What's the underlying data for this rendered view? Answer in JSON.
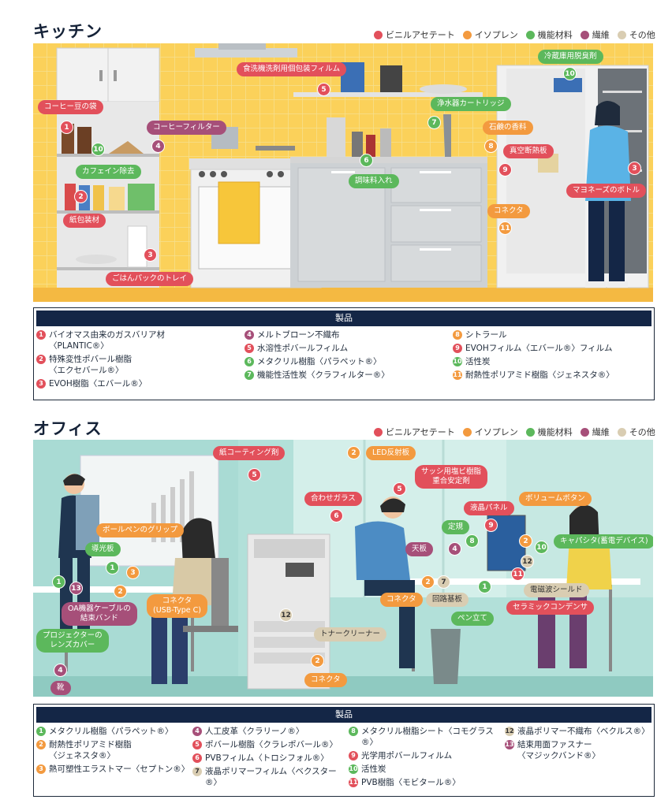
{
  "legend": [
    {
      "label": "ビニルアセテート",
      "color": "#e2505b"
    },
    {
      "label": "イソプレン",
      "color": "#f39a3f"
    },
    {
      "label": "機能材料",
      "color": "#5cb85c"
    },
    {
      "label": "繊維",
      "color": "#a64f79"
    },
    {
      "label": "その他",
      "color": "#d9cdb2"
    }
  ],
  "kitchen": {
    "title": "キッチン",
    "labels": {
      "coffee_bag": "コーヒー豆の袋",
      "coffee_filter": "コーヒーフィルター",
      "caffeine": "カフェイン除去",
      "paper_pack": "紙包装材",
      "rice_tray": "ごはんパックのトレイ",
      "dish_film": "食洗機洗剤用個包装フィルム",
      "water_cart": "浄水器カートリッジ",
      "seasoning": "調味料入れ",
      "fridge_deodor": "冷蔵庫用脱臭剤",
      "soap_scent": "石鹸の香料",
      "vacuum_panel": "真空断熱板",
      "mayo": "マヨネーズのボトル",
      "connector": "コネクタ"
    },
    "nums": {
      "n1": "1",
      "n2": "2",
      "n3": "3",
      "n4": "4",
      "n5": "5",
      "n6": "6",
      "n7": "7",
      "n8": "8",
      "n9": "9",
      "n10": "10",
      "n11": "11"
    },
    "products_header": "製品",
    "products_col1": [
      {
        "n": "1",
        "text": "バイオマス由来のガスバリア材",
        "sub": "〈PLANTIC®〉"
      },
      {
        "n": "2",
        "text": "特殊変性ポバール樹脂",
        "sub": "〈エクセバール®〉"
      },
      {
        "n": "3",
        "text": "EVOH樹脂〈エバール®〉",
        "sub": ""
      }
    ],
    "products_col2": [
      {
        "n": "4",
        "text": "メルトブローン不織布",
        "sub": ""
      },
      {
        "n": "5",
        "text": "水溶性ポバールフィルム",
        "sub": ""
      },
      {
        "n": "6",
        "text": "メタクリル樹脂〈パラペット®〉",
        "sub": ""
      },
      {
        "n": "7",
        "text": "機能性活性炭〈クラフィルター®〉",
        "sub": ""
      }
    ],
    "products_col3": [
      {
        "n": "8",
        "text": "シトラール",
        "sub": ""
      },
      {
        "n": "9",
        "text": "EVOHフィルム〈エバール®〉フィルム",
        "sub": ""
      },
      {
        "n": "10",
        "text": "活性炭",
        "sub": ""
      },
      {
        "n": "11",
        "text": "耐熱性ポリアミド樹脂〈ジェネスタ®〉",
        "sub": ""
      }
    ]
  },
  "office": {
    "title": "オフィス",
    "labels": {
      "paper_coat": "紙コーティング剤",
      "led": "LED反射板",
      "sash": "サッシ用塩ビ樹脂\n重合安定剤",
      "laminated_glass": "合わせガラス",
      "lcd_panel": "液晶パネル",
      "volume_button": "ボリュームボタン",
      "ruler": "定規",
      "pen_grip": "ボールペンのグリップ",
      "light_guide": "導光板",
      "desk_top": "天板",
      "capacitor": "キャパシタ(蓄電デバイス)",
      "usb_c": "コネクタ\n(USB-Type C)",
      "oa_band": "OA機器ケーブルの\n結束バンド",
      "connector1": "コネクタ",
      "circuit": "回路基板",
      "emi_shield": "電磁波シールド",
      "ceramic_cap": "セラミックコンデンサ",
      "pen_stand": "ペン立て",
      "toner": "トナークリーナー",
      "projector_cover": "プロジェクターの\nレンズカバー",
      "shoes": "靴",
      "connector2": "コネクタ"
    },
    "products_header": "製品",
    "products_col1": [
      {
        "n": "1",
        "text": "メタクリル樹脂〈パラペット®〉",
        "sub": ""
      },
      {
        "n": "2",
        "text": "耐熱性ポリアミド樹脂",
        "sub": "〈ジェネスタ®〉"
      },
      {
        "n": "3",
        "text": "熱可塑性エラストマー〈セプトン®〉",
        "sub": ""
      }
    ],
    "products_col2": [
      {
        "n": "4",
        "text": "人工皮革〈クラリーノ®〉",
        "sub": ""
      },
      {
        "n": "5",
        "text": "ポバール樹脂〈クラレポバール®〉",
        "sub": ""
      },
      {
        "n": "6",
        "text": "PVBフィルム〈トロシフォル®〉",
        "sub": ""
      },
      {
        "n": "7",
        "text": "液晶ポリマーフィルム〈ベクスター®〉",
        "sub": ""
      }
    ],
    "products_col3": [
      {
        "n": "8",
        "text": "メタクリル樹脂シート〈コモグラス®〉",
        "sub": ""
      },
      {
        "n": "9",
        "text": "光学用ポバールフィルム",
        "sub": ""
      },
      {
        "n": "10",
        "text": "活性炭",
        "sub": ""
      },
      {
        "n": "11",
        "text": "PVB樹脂〈モビタール®〉",
        "sub": ""
      }
    ],
    "products_col4": [
      {
        "n": "12",
        "text": "液晶ポリマー不織布〈ベクルス®〉",
        "sub": ""
      },
      {
        "n": "13",
        "text": "結束用面ファスナー",
        "sub": "〈マジックバンド®〉"
      }
    ]
  }
}
